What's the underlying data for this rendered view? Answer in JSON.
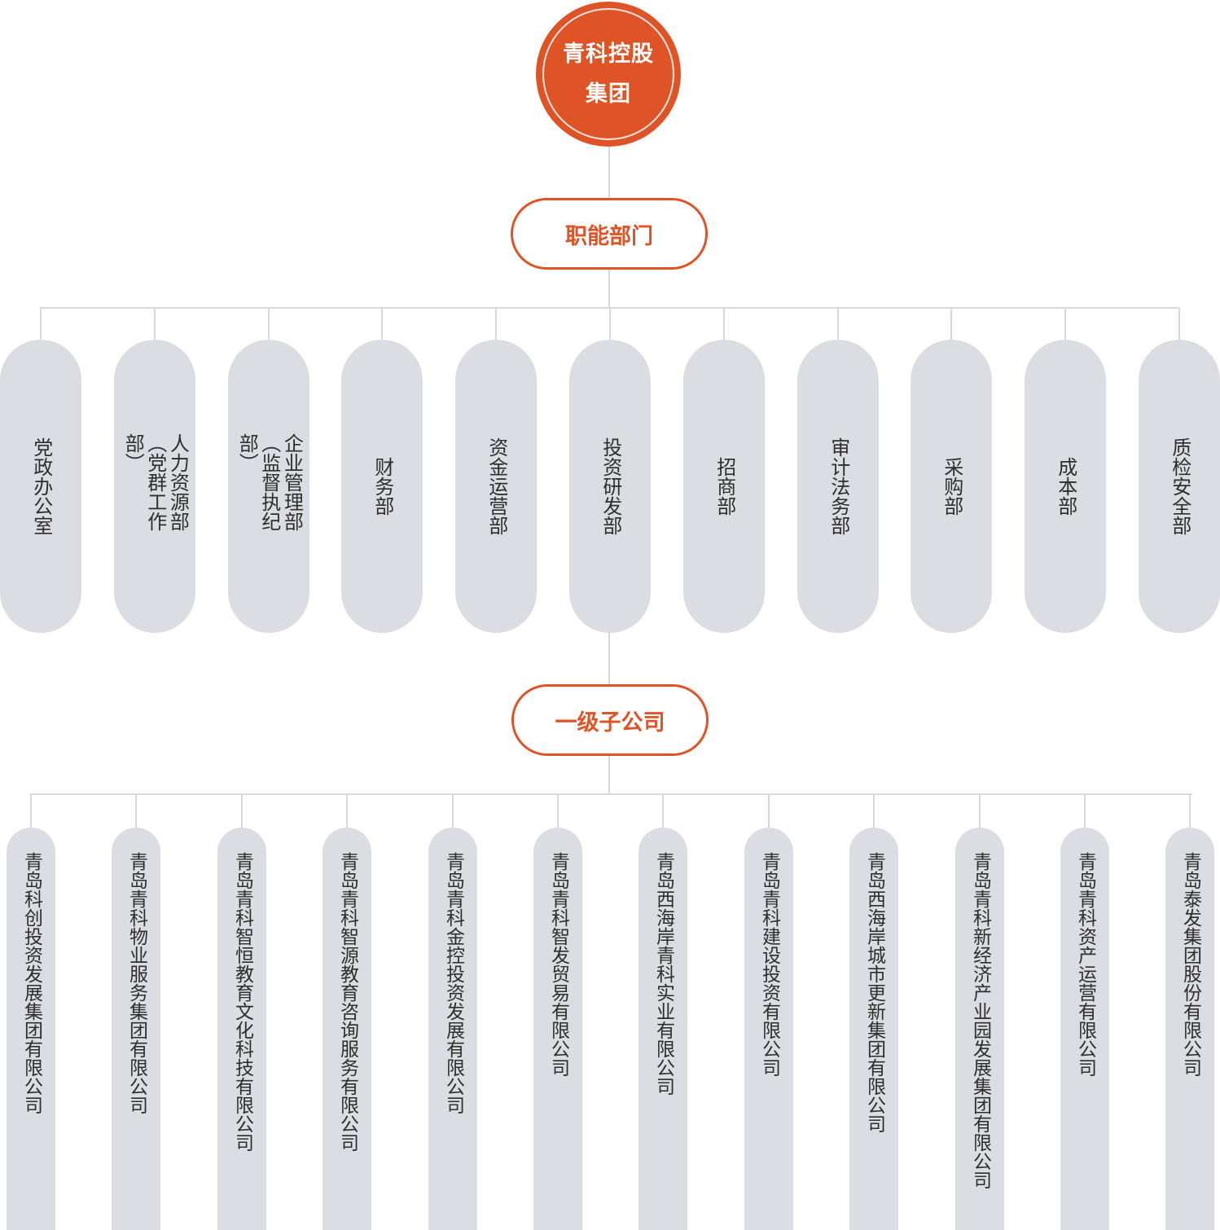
{
  "root": {
    "line1": "青科控股",
    "line2": "集团"
  },
  "sections": {
    "departments": "职能部门",
    "subsidiaries": "一级子公司"
  },
  "departments": [
    "党政办公室",
    "人力资源部（党群工作部）",
    "企业管理部（监督执纪部）",
    "财务部",
    "资金运营部",
    "投资研发部",
    "招商部",
    "审计法务部",
    "采购部",
    "成本部",
    "质检安全部"
  ],
  "subsidiaries": [
    "青岛科创投资发展集团有限公司",
    "青岛青科物业服务集团有限公司",
    "青岛青科智恒教育文化科技有限公司",
    "青岛青科智源教育咨询服务有限公司",
    "青岛青科金控投资发展有限公司",
    "青岛青科智发贸易有限公司",
    "青岛西海岸青科实业有限公司",
    "青岛青科建设投资有限公司",
    "青岛西海岸城市更新集团有限公司",
    "青岛青科新经济产业园发展集团有限公司",
    "青岛青科资产运营有限公司",
    "青岛泰发集团股份有限公司"
  ],
  "colors": {
    "accent": "#df5426",
    "pill": "#dcdde2",
    "line": "#d9d9d9"
  }
}
